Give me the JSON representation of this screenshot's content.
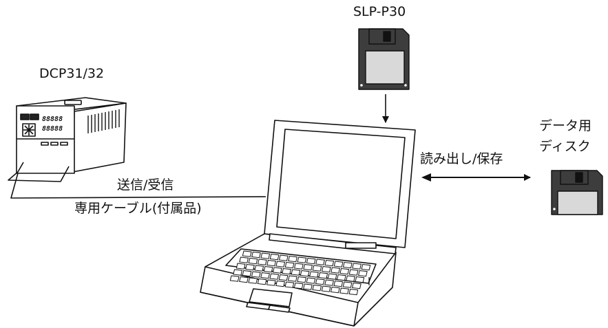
{
  "labels": {
    "software_disk": "SLP-P30",
    "controller": "DCP31/32",
    "data_disk_line1": "データ用",
    "data_disk_line2": "ディスク",
    "read_write": "読み出し/保存",
    "send_receive": "送信/受信",
    "cable": "専用ケーブル(付属品)"
  },
  "colors": {
    "stroke": "#111111",
    "disk_body": "#3d3d3d",
    "disk_label": "#d9d9d9",
    "background": "#ffffff"
  },
  "controller_display": {
    "top_row": "88888",
    "bottom_row": "88888"
  }
}
